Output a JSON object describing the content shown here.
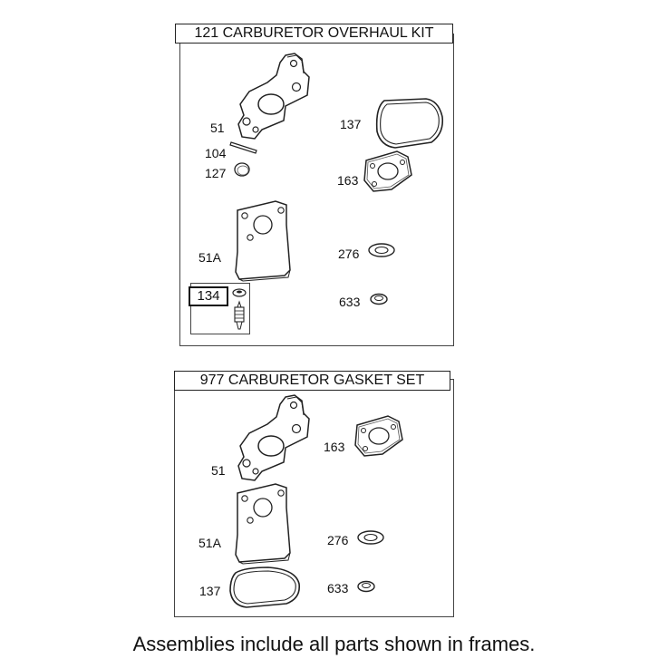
{
  "kits": [
    {
      "title": "121 CARBURETOR OVERHAUL KIT",
      "parts": {
        "p51": "51",
        "p104": "104",
        "p127": "127",
        "p51a": "51A",
        "p137": "137",
        "p163": "163",
        "p276": "276",
        "p633": "633",
        "p134": "134"
      }
    },
    {
      "title": "977 CARBURETOR GASKET SET",
      "parts": {
        "p51": "51",
        "p51a": "51A",
        "p137": "137",
        "p163": "163",
        "p276": "276",
        "p633": "633"
      }
    }
  ],
  "footer": "Assemblies include all parts shown in frames."
}
